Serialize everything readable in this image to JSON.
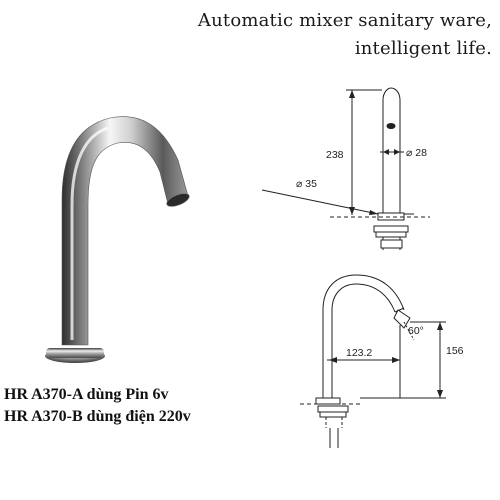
{
  "headline": {
    "line1": "Automatic mixer sanitary ware,",
    "line2": "intelligent life."
  },
  "models": [
    "HR A370-A dùng Pin  6v",
    "HR A370-B dùng điện 220v"
  ],
  "dimensions": {
    "height": "238",
    "spout_diameter": "⌀ 28",
    "base_diameter": "⌀ 35",
    "spout_angle": "60°",
    "reach": "123.2",
    "spout_height": "156"
  },
  "colors": {
    "chrome_dark": "#3a3a3a",
    "chrome_light": "#f4f4f4",
    "line": "#222222"
  }
}
